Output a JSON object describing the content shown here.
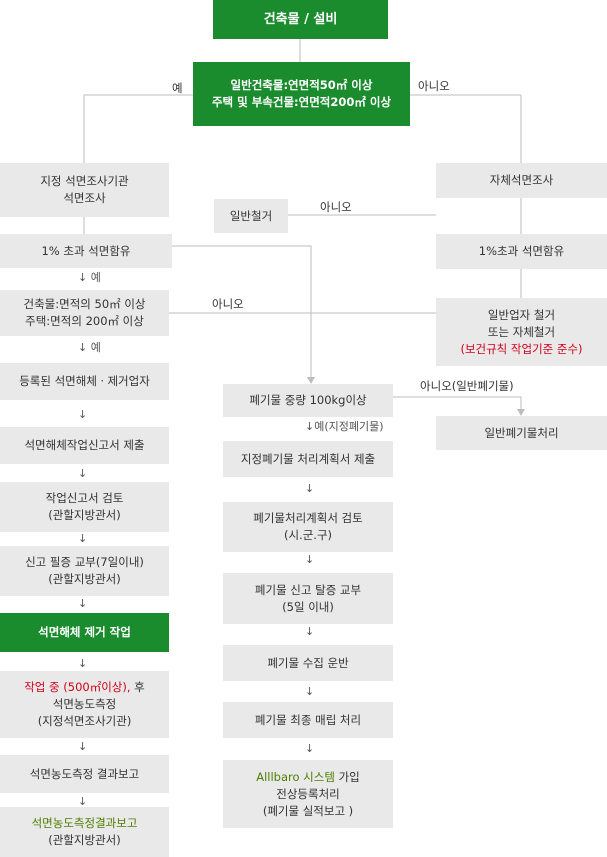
{
  "top_box": {
    "label": "건축물 / 설비"
  },
  "criteria_box": {
    "line1": "일반건축물:연면적50㎡ 이상",
    "line2": "주택 및 부속건물:연면적200㎡ 이상"
  },
  "labels": {
    "yes_left": "예",
    "no_right": "아니오",
    "no_general_demolition": "아니오",
    "no_middle": "아니오",
    "no_general_waste": "아니오(일반폐기물)"
  },
  "left_column": {
    "survey": {
      "line1": "지정 석면조사기관",
      "line2": "석면조사"
    },
    "over1": "1% 초과 석면함유",
    "yes1": "예",
    "area": {
      "line1": "건축물:면적의 50㎡ 이상",
      "line2": "주택:면적의 200㎡ 이상"
    },
    "yes2": "예",
    "registered": "등록된 석면해체ㆍ제거업자",
    "report_submit": "석면해체작업신고서 제출",
    "report_review": {
      "line1": "작업신고서 검토",
      "line2": "(관할지방관서)"
    },
    "cert_issue": {
      "line1": "신고 필증 교부(7일이내)",
      "line2": "(관할지방관서)"
    },
    "removal_work": "석면해체 제거 작업",
    "measurement": {
      "line1_red": "작업 중 (500㎡이상),",
      "line1_rest": " 후",
      "line2": "석면농도측정",
      "line3": "(지정석면조사기관)"
    },
    "result_report": "석면농도측정 결과보고",
    "final_report": {
      "line1": "석면농도측정결과보고",
      "line2": "(관할지방관서)"
    }
  },
  "right_column": {
    "self_survey": "자체석면조사",
    "over1": "1%초과 석면함유",
    "demolition": {
      "line1": "일반업자 철거",
      "line2": "또는 자체철거",
      "line3": "(보건규칙 작업기준 준수)"
    },
    "general_waste": "일반폐기물처리"
  },
  "general_demolition": "일반철거",
  "middle_column": {
    "waste_weight": "폐기물 중량 100kg이상",
    "yes_designated": "예(지정폐기물)",
    "plan_submit": "지정폐기물 처리계획서 제출",
    "plan_review": {
      "line1": "폐기물처리계획서 검토",
      "line2": "(시.군.구)"
    },
    "cert_issue": {
      "line1": "폐기물 신고 탈증 교부",
      "line2": "(5일 이내)"
    },
    "collection": "폐기물 수집 운반",
    "landfill": "폐기물 최종 매립 처리",
    "allbaro": {
      "line1_olive": "Alllbaro 시스템",
      "line1_rest": " 가입",
      "line2": "전상등록처리",
      "line3": "(폐기물 실적보고 )"
    }
  },
  "arrow_glyph": "↓",
  "colors": {
    "green": "#1a8c2e",
    "box_gray": "#e9e9e9",
    "red": "#d0021b",
    "olive": "#4f7f00"
  }
}
